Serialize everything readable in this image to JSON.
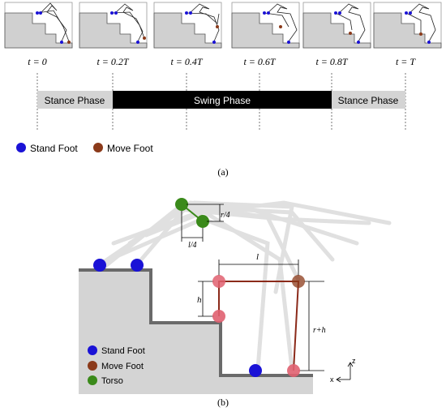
{
  "panel_a": {
    "time_labels": [
      "t = 0",
      "t = 0.2T",
      "t = 0.4T",
      "t = 0.6T",
      "t = 0.8T",
      "t = T"
    ],
    "phases": {
      "stance_1": "Stance Phase",
      "swing": "Swing Phase",
      "stance_2": "Stance Phase"
    },
    "legend": {
      "stand": "Stand Foot",
      "move": "Move Foot"
    },
    "caption": "(a)"
  },
  "panel_b": {
    "dims": {
      "r4": "r/4",
      "l4": "l/4",
      "l": "l",
      "h": "h",
      "rh": "r+h"
    },
    "legend": {
      "stand": "Stand Foot",
      "move": "Move Foot",
      "torso": "Torso"
    },
    "axes": {
      "z": "z",
      "x": "x"
    },
    "caption": "(b)"
  },
  "colors": {
    "stand": "#1a12d6",
    "move": "#8b3a1a",
    "torso": "#3a8a1a",
    "move_pink": "#e06070",
    "stair": "#d4d4d4",
    "stair_edge": "#6a6a6a"
  }
}
